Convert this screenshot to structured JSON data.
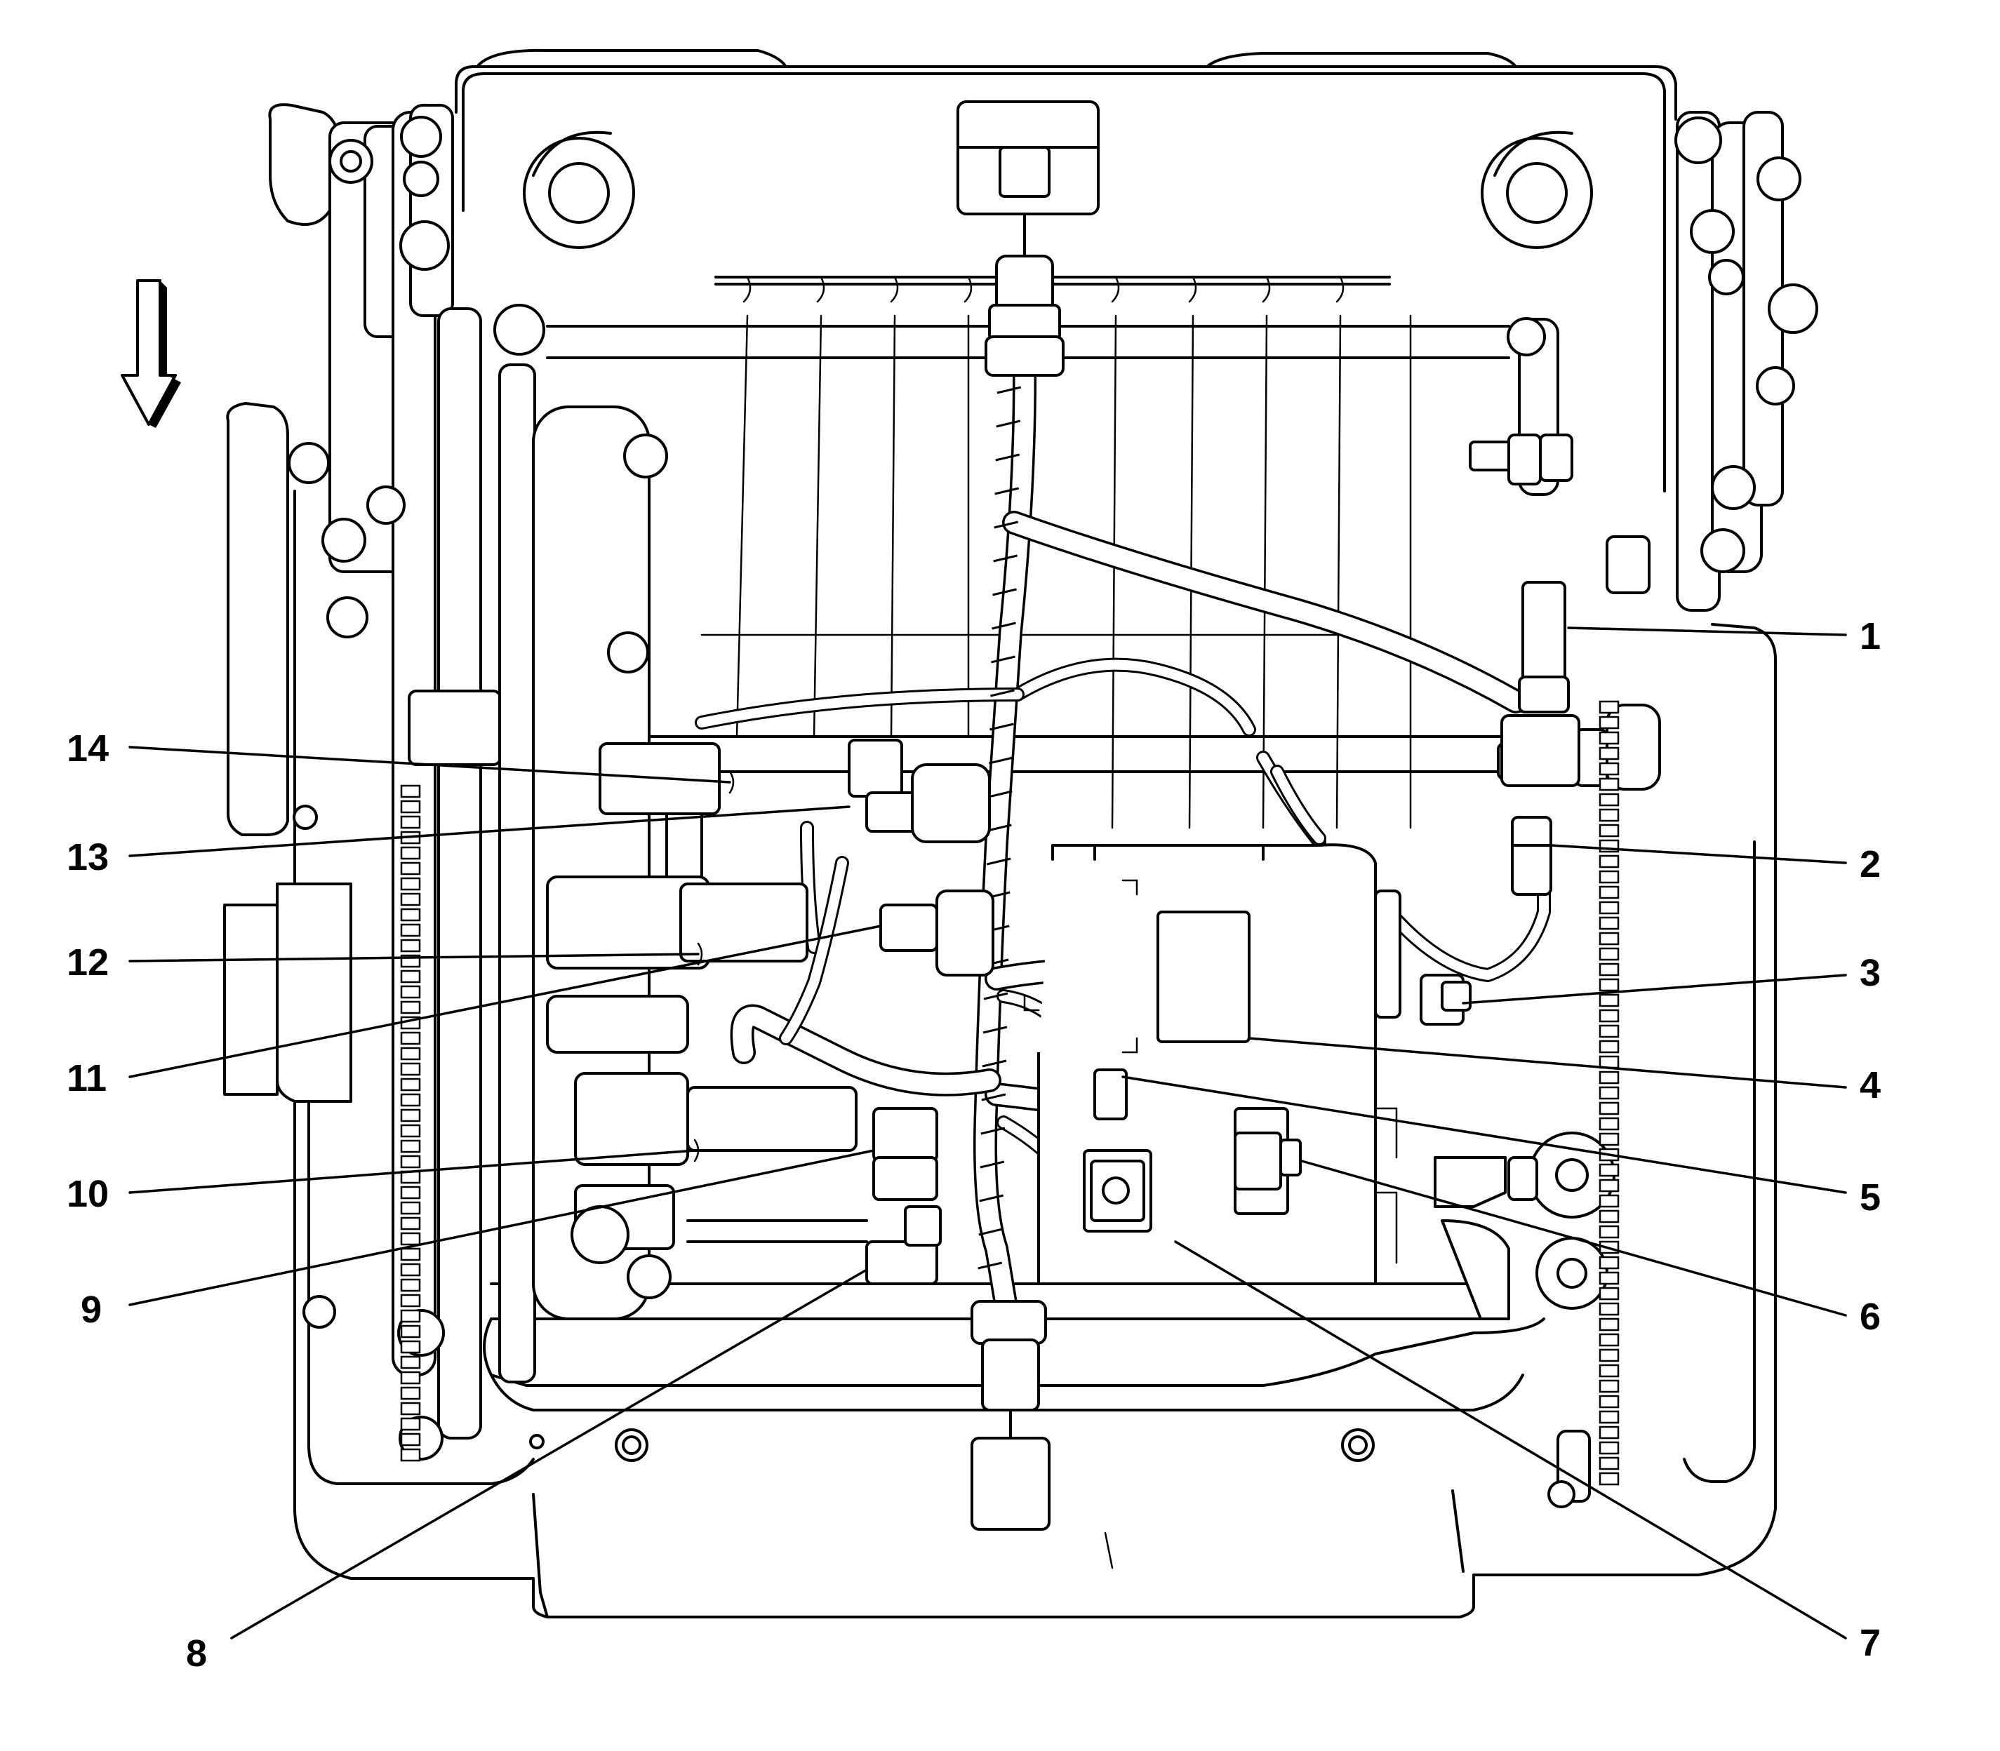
{
  "callouts": [
    {
      "id": "1",
      "label": "1"
    },
    {
      "id": "2",
      "label": "2"
    },
    {
      "id": "3",
      "label": "3"
    },
    {
      "id": "4",
      "label": "4"
    },
    {
      "id": "5",
      "label": "5"
    },
    {
      "id": "6",
      "label": "6"
    },
    {
      "id": "7",
      "label": "7"
    },
    {
      "id": "8",
      "label": "8"
    },
    {
      "id": "9",
      "label": "9"
    },
    {
      "id": "10",
      "label": "10"
    },
    {
      "id": "11",
      "label": "11"
    },
    {
      "id": "12",
      "label": "12"
    },
    {
      "id": "13",
      "label": "13"
    },
    {
      "id": "14",
      "label": "14"
    }
  ],
  "direction_arrow": {
    "icon": "down-arrow-icon",
    "direction": "down"
  }
}
